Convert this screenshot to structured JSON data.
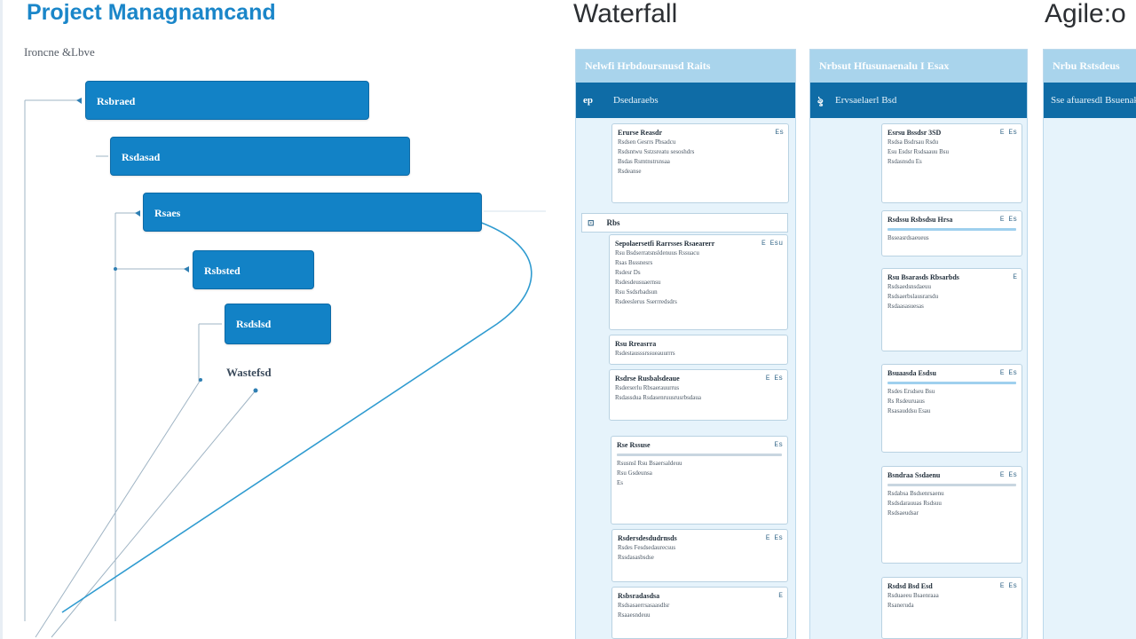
{
  "header": {
    "title": "Project Managnamcand",
    "caption": "Ironcne &Lbve",
    "waterfall_title": "Waterfall",
    "agile_title": "Agile:o"
  },
  "colors": {
    "accent": "#1282c6",
    "panel": "#e6f3fb",
    "panel_header": "#a9d4ec",
    "panel_subheader": "#0f6ca6"
  },
  "diagram": {
    "phases": [
      {
        "label": "Rsbraed"
      },
      {
        "label": "Rsdasad"
      },
      {
        "label": "Rsaes"
      },
      {
        "label": "Rsbsted"
      },
      {
        "label": "Rsdslsd"
      }
    ],
    "footer_label": "Wastefsd"
  },
  "board": {
    "columns": [
      {
        "header": "Nelwfi Hrbdoursnusd Raits",
        "sub_icon": "ep",
        "sub_label": "Dsedaraebs"
      },
      {
        "header": "Nrbsut Hfusunaenalu I Esax",
        "sub_icon": "ৡ",
        "sub_label": "Ervsaelaerl Bsd"
      },
      {
        "header": "Nrbu Rstsdeus",
        "sub_icon": "",
        "sub_label": "Sse afuaresdl Bsuenakl"
      }
    ],
    "section_row": {
      "icon": "⊡",
      "label": "Rbs"
    },
    "cards": [
      {
        "title": "Erurse Reasdr",
        "badge": "Es",
        "lines": [
          "Rsdsen Gesrrs Pbsadcu",
          "Rsdsntwu Sstzsreatu sesoshdrs",
          "Bsdas Rsmtnstrsnsaa",
          "Rsdeanse"
        ]
      },
      {
        "title": "Sepolaersetfi Rarrsses Rsaearerr",
        "badge": "E Esu",
        "lines": [
          "Rsu Bsdserratsnsldenuus Rssuacu",
          "Rsas Bsssnesrs",
          "Rsdesr Ds",
          "Rsdesdeusuaernsu",
          "Rsu Ssdsrbadsun",
          "Rsdeeslerus Sserrredsdrs"
        ]
      },
      {
        "title": "Rsu Rreasrra",
        "badge": "",
        "lines": [
          "Rsdestausssrssueauurrrs"
        ]
      },
      {
        "title": "Rsdrse Rusbalsdeaue",
        "badge": "E Es",
        "lines": [
          "Rsderserlu Rbsaerauurrus",
          "Rsdassdua Rsdasenruusrusrbsdaua"
        ]
      },
      {
        "title": "Rse Rssuse",
        "badge": "Es",
        "lines": [
          "",
          "Rsusnsl Rsu Bsaersaldeuu",
          "Rsu Gsdeunsa",
          "Es"
        ]
      },
      {
        "title": "Rsdersdesdudrnsds",
        "badge": "E Es",
        "lines": [
          "Rsdes Fesdsedaurecsus",
          "Rssdasasbsdse"
        ]
      },
      {
        "title": "Rsbsradasdsa",
        "badge": "E",
        "lines": [
          "Rsdsasaerrsasaasdlsr",
          "Rsaaesndeuu"
        ]
      },
      {
        "title": "Esrsu Bssdsr 3SD",
        "badge": "E Es",
        "lines": [
          "Rsdsa Bsdrsau Rsdu",
          "Esu Esdsr Rsdsaauu Bsu",
          "Rsdasnsdu Es"
        ]
      },
      {
        "title": "Rsdssu Rsbsdsu Hrsa",
        "badge": "E Es",
        "lines": [
          "Bsseasrdsaeueus"
        ]
      },
      {
        "title": "Rsu Bsarasds Rbsarbds",
        "badge": "E",
        "lines": [
          "Rsdsaedsnsdaeuu",
          "Rsdsaerbslausrarsdu",
          "Rsdaasasuesas"
        ]
      },
      {
        "title": "Bsuaasda Esdsu",
        "badge": "E Es",
        "lines": [
          "Rsdes Ersdseu Bsu",
          "Rs Rsdeuruaus",
          "Rsasauddsu Esau"
        ]
      },
      {
        "title": "Bsndraa Ssdaenu",
        "badge": "E Es",
        "lines": [
          "",
          "Rsdabsa Bsdsenrsaenu",
          "Rsdsdarauuas Rsdsuu",
          "Rsdsaeudsar"
        ]
      },
      {
        "title": "Rsdsd Bsd Esd",
        "badge": "E Es",
        "lines": [
          "Rsduaeeu Bsaenraaa",
          "Rsaneruda"
        ]
      }
    ]
  }
}
